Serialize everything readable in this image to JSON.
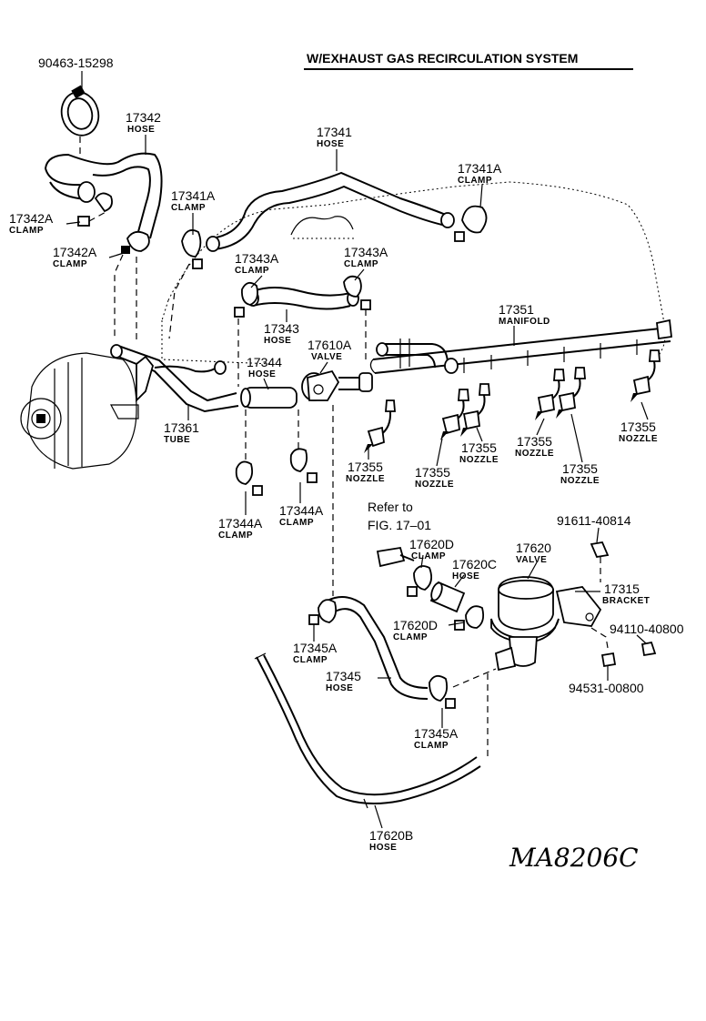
{
  "title": "W/EXHAUST GAS RECIRCULATION SYSTEM",
  "drawing_code": "MA8206C",
  "reference": {
    "line1": "Refer to",
    "line2": "FIG. 17–01"
  },
  "labels": [
    {
      "id": "l-90463",
      "number": "90463-15298",
      "name": ""
    },
    {
      "id": "l-17342",
      "number": "17342",
      "name": "HOSE"
    },
    {
      "id": "l-17342a-1",
      "number": "17342A",
      "name": "CLAMP"
    },
    {
      "id": "l-17342a-2",
      "number": "17342A",
      "name": "CLAMP"
    },
    {
      "id": "l-17341a-1",
      "number": "17341A",
      "name": "CLAMP"
    },
    {
      "id": "l-17341",
      "number": "17341",
      "name": "HOSE"
    },
    {
      "id": "l-17341a-2",
      "number": "17341A",
      "name": "CLAMP"
    },
    {
      "id": "l-17343a-1",
      "number": "17343A",
      "name": "CLAMP"
    },
    {
      "id": "l-17343a-2",
      "number": "17343A",
      "name": "CLAMP"
    },
    {
      "id": "l-17343",
      "number": "17343",
      "name": "HOSE"
    },
    {
      "id": "l-17610a",
      "number": "17610A",
      "name": "VALVE"
    },
    {
      "id": "l-17344",
      "number": "17344",
      "name": "HOSE"
    },
    {
      "id": "l-17351",
      "number": "17351",
      "name": "MANIFOLD"
    },
    {
      "id": "l-17361",
      "number": "17361",
      "name": "TUBE"
    },
    {
      "id": "l-17355-1",
      "number": "17355",
      "name": "NOZZLE"
    },
    {
      "id": "l-17355-2",
      "number": "17355",
      "name": "NOZZLE"
    },
    {
      "id": "l-17355-3",
      "number": "17355",
      "name": "NOZZLE"
    },
    {
      "id": "l-17355-4",
      "number": "17355",
      "name": "NOZZLE"
    },
    {
      "id": "l-17355-5",
      "number": "17355",
      "name": "NOZZLE"
    },
    {
      "id": "l-17355-6",
      "number": "17355",
      "name": "NOZZLE"
    },
    {
      "id": "l-17344a-1",
      "number": "17344A",
      "name": "CLAMP"
    },
    {
      "id": "l-17344a-2",
      "number": "17344A",
      "name": "CLAMP"
    },
    {
      "id": "l-17620d-1",
      "number": "17620D",
      "name": "CLAMP"
    },
    {
      "id": "l-17620c",
      "number": "17620C",
      "name": "HOSE"
    },
    {
      "id": "l-17620",
      "number": "17620",
      "name": "VALVE"
    },
    {
      "id": "l-91611",
      "number": "91611-40814",
      "name": ""
    },
    {
      "id": "l-17315",
      "number": "17315",
      "name": "BRACKET"
    },
    {
      "id": "l-17620d-2",
      "number": "17620D",
      "name": "CLAMP"
    },
    {
      "id": "l-94110",
      "number": "94110-40800",
      "name": ""
    },
    {
      "id": "l-17345a-1",
      "number": "17345A",
      "name": "CLAMP"
    },
    {
      "id": "l-17345",
      "number": "17345",
      "name": "HOSE"
    },
    {
      "id": "l-94531",
      "number": "94531-00800",
      "name": ""
    },
    {
      "id": "l-17345a-2",
      "number": "17345A",
      "name": "CLAMP"
    },
    {
      "id": "l-17620b",
      "number": "17620B",
      "name": "HOSE"
    }
  ]
}
